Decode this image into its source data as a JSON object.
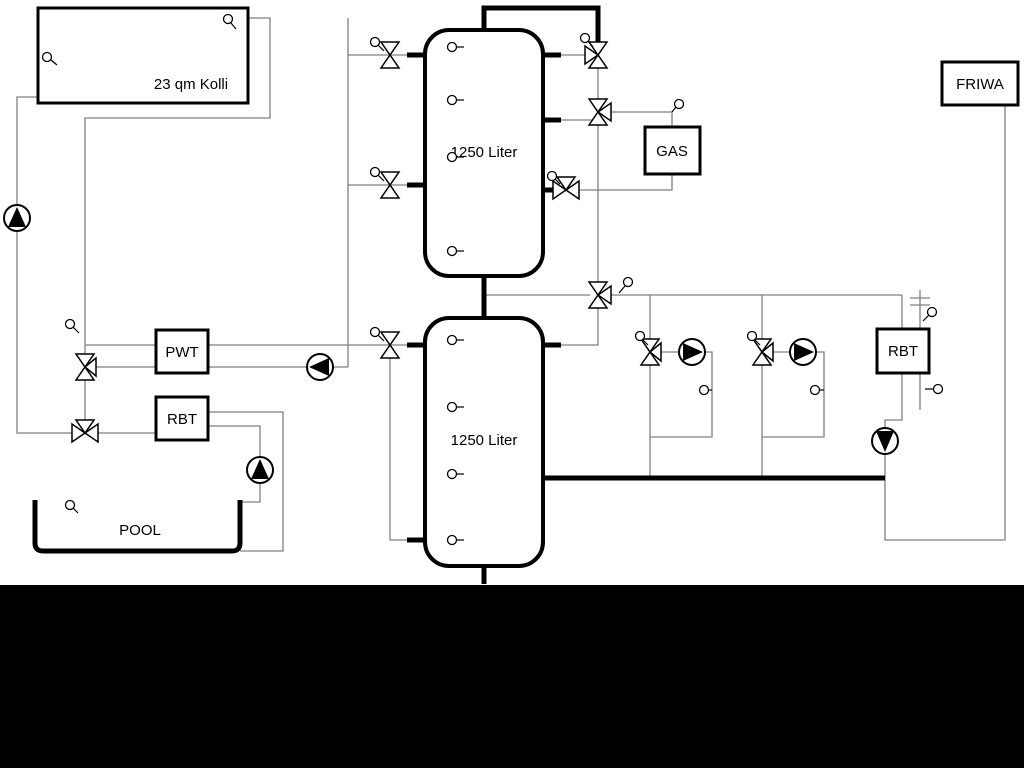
{
  "labels": {
    "collector": "23 qm Kolli",
    "tank1": "1250 Liter",
    "tank2": "1250 Liter",
    "gas": "GAS",
    "friwa": "FRIWA",
    "pwt": "PWT",
    "rbt_left": "RBT",
    "rbt_right": "RBT",
    "pool": "POOL"
  },
  "colors": {
    "pipe": "#808080",
    "component_outline": "#000000",
    "background": "#ffffff",
    "letterbox_band": "#000000"
  }
}
